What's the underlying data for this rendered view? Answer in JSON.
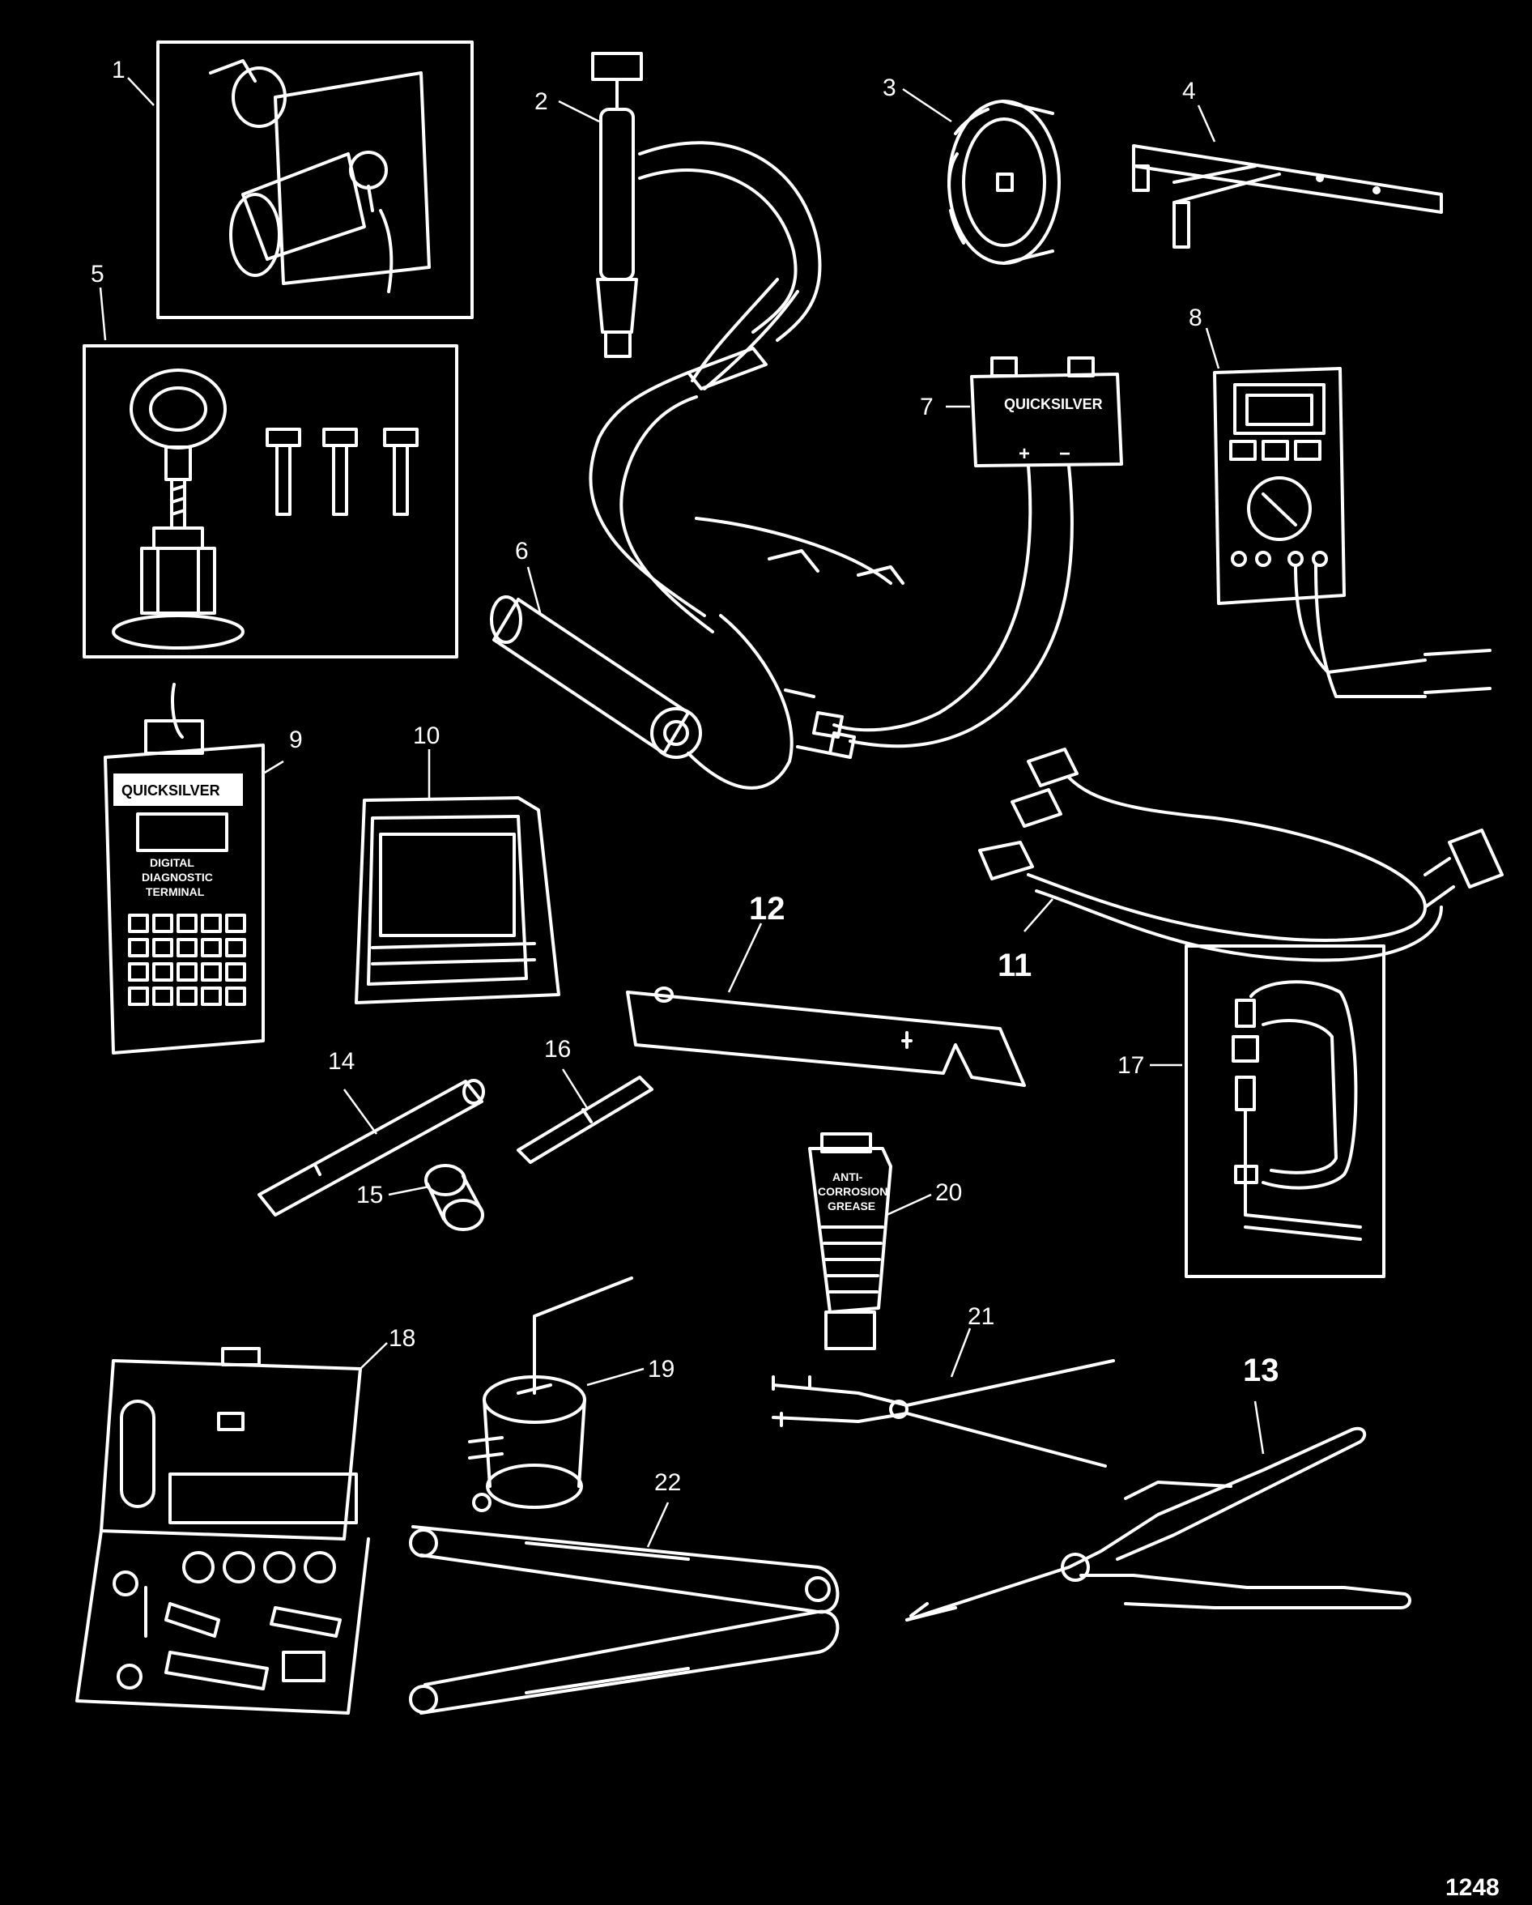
{
  "figure_id": "1248",
  "callouts": {
    "c1": "1",
    "c2": "2",
    "c3": "3",
    "c4": "4",
    "c5": "5",
    "c6": "6",
    "c7": "7",
    "c8": "8",
    "c9": "9",
    "c10": "10",
    "c11": "11",
    "c12": "12",
    "c13": "13",
    "c14": "14",
    "c15": "15",
    "c16": "16",
    "c17": "17",
    "c18": "18",
    "c19": "19",
    "c20": "20",
    "c21": "21",
    "c22": "22"
  },
  "labels": {
    "quicksilver_box": "QUICKSILVER",
    "terminal_brand": "QUICKSILVER",
    "terminal_line1": "DIGITAL",
    "terminal_line2": "DIAGNOSTIC",
    "terminal_line3": "TERMINAL",
    "grease_line1": "ANTI-",
    "grease_line2": "CORROSION",
    "grease_line3": "GREASE",
    "plus": "+",
    "minus": "−"
  }
}
